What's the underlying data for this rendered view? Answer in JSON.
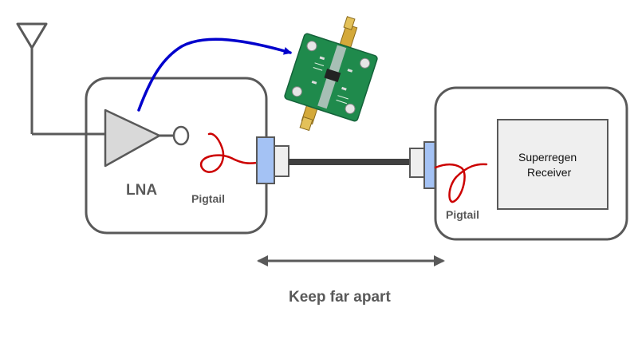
{
  "diagram": {
    "lna_box": {
      "label": "LNA",
      "pigtail_label": "Pigtail"
    },
    "receiver_box": {
      "receiver_label_line1": "Superregen",
      "receiver_label_line2": "Receiver",
      "pigtail_label": "Pigtail"
    },
    "distance_label": "Keep far apart",
    "colors": {
      "box_stroke": "#595959",
      "pigtail": "#cc0000",
      "pointer_arrow": "#0000cc",
      "cable": "#404040",
      "connector": "#a4c2f4",
      "pcb": "#1f8a4c"
    },
    "icons": [
      "antenna-icon",
      "amplifier-triangle-icon",
      "lna-pcb-module-photo",
      "sma-connector-icon"
    ]
  }
}
